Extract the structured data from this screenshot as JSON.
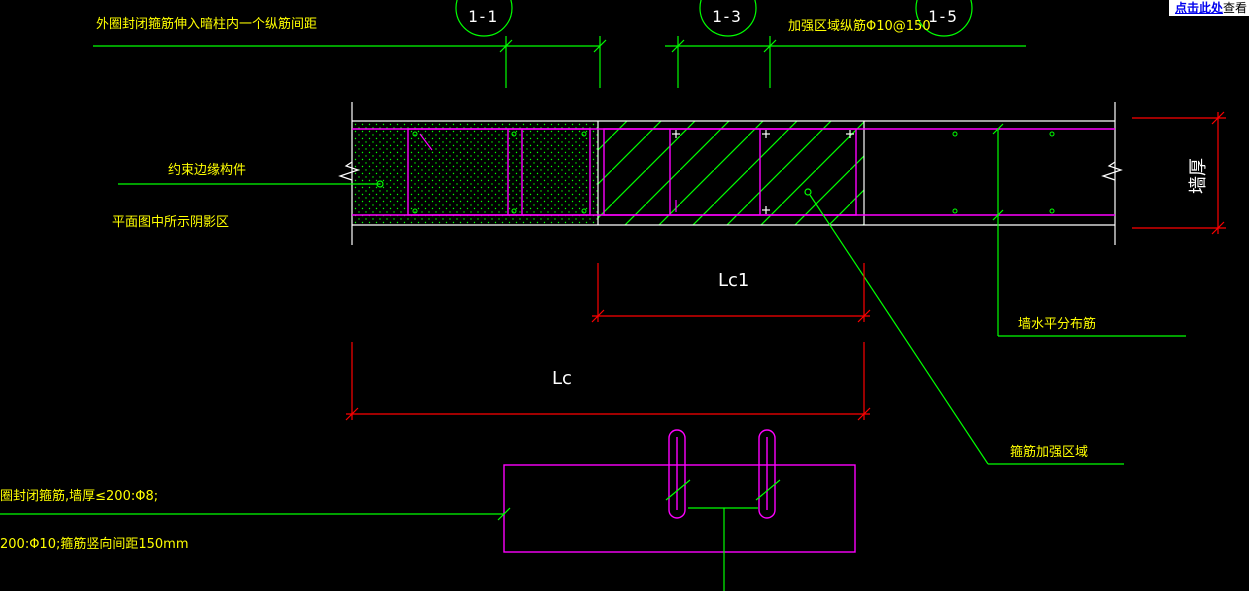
{
  "colors": {
    "background": "#000000",
    "leader": "#00ff00",
    "wall": "#ffffff",
    "rebar": "#ff00ff",
    "dimension": "#ff0000",
    "text": "#ffff00",
    "dim_text": "#ffffff"
  },
  "corner_link": {
    "link_text": "点击此处",
    "rest_text": "查看"
  },
  "grid_bubbles": [
    {
      "label": "1-1"
    },
    {
      "label": "1-3"
    },
    {
      "label": "1-5"
    }
  ],
  "annotations": {
    "top_left": "外圈封闭箍筋伸入暗柱内一个纵筋间距",
    "top_right": "加强区域纵筋Φ10@150",
    "constrained_member": "约束边缘构件",
    "shaded_area": "平面图中所示阴影区",
    "horizontal_rebar": "墙水平分布筋",
    "stirrup_zone": "箍筋加强区域",
    "note_line_1": "圈封闭箍筋,墙厚≤200:Φ8;",
    "note_line_2": "200:Φ10;箍筋竖向间距150mm",
    "wall_thickness": "墙厚"
  },
  "dimensions": {
    "lc1": "Lc1",
    "lc": "Lc"
  }
}
